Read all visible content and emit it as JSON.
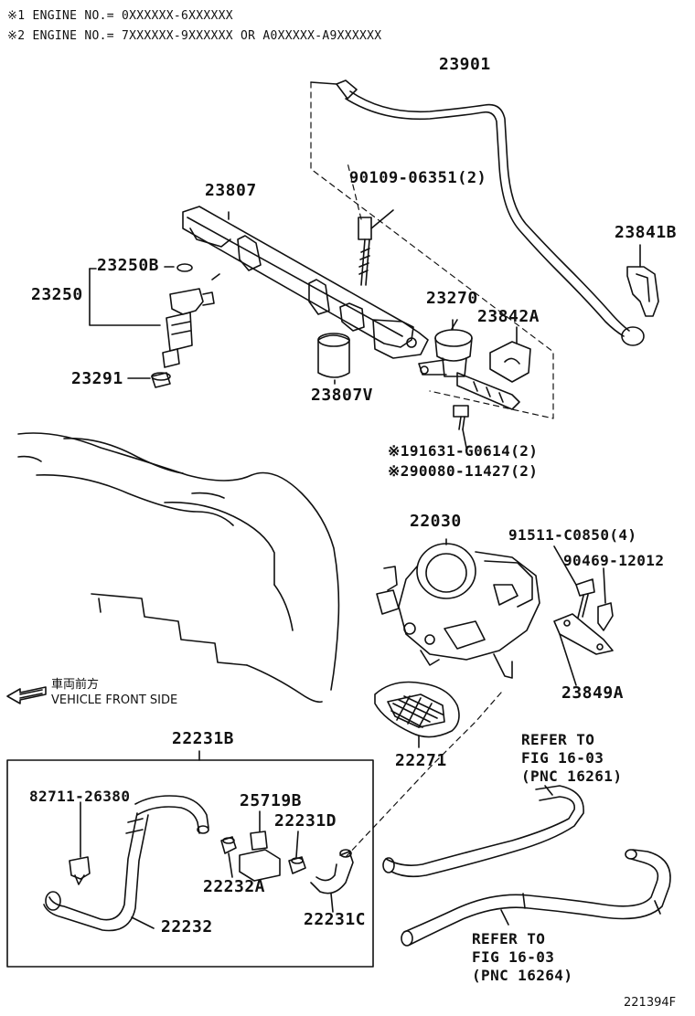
{
  "notes": [
    "※1 ENGINE NO.= 0XXXXXX-6XXXXXX",
    "※2 ENGINE NO.= 7XXXXXX-9XXXXXX OR A0XXXXX-A9XXXXXX"
  ],
  "parts": {
    "p23901": "23901",
    "p90109": "90109-06351(2)",
    "p23807": "23807",
    "p23841B": "23841B",
    "p23250B": "23250B",
    "p23250": "23250",
    "p23270": "23270",
    "p23842A": "23842A",
    "p23291": "23291",
    "p23807V": "23807V",
    "p91631": "※191631-G0614(2)",
    "p90080": "※290080-11427(2)",
    "p22030": "22030",
    "p91511": "91511-C0850(4)",
    "p90469": "90469-12012",
    "p23849A": "23849A",
    "p22271": "22271",
    "p22231B": "22231B",
    "p82711": "82711-26380",
    "p25719B": "25719B",
    "p22231D": "22231D",
    "p22232A": "22232A",
    "p22232": "22232",
    "p22231C": "22231C"
  },
  "front": {
    "jp": "車両前方",
    "en": "VEHICLE FRONT SIDE"
  },
  "refer1": [
    "REFER TO",
    "FIG 16-03",
    "(PNC 16261)"
  ],
  "refer2": [
    "REFER TO",
    "FIG 16-03",
    "(PNC 16264)"
  ],
  "figure_id": "221394F"
}
